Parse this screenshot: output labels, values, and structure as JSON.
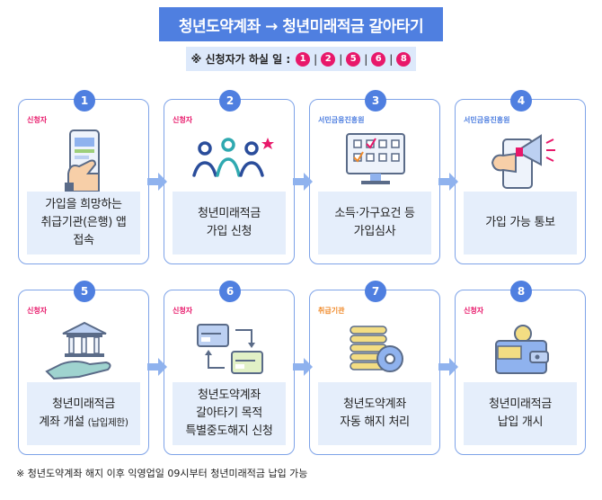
{
  "title": "청년도약계좌 → 청년미래적금 갈아타기",
  "subtitle": {
    "label": "※ 신청자가 하실 일 :",
    "steps": [
      "1",
      "2",
      "5",
      "6",
      "8"
    ]
  },
  "steps": [
    {
      "number": "1",
      "role": "신청자",
      "role_type": "applicant",
      "icon": "phone-hand-icon",
      "lines": [
        "가입을 희망하는",
        "취급기관(은행) 앱",
        "접속"
      ]
    },
    {
      "number": "2",
      "role": "신청자",
      "role_type": "applicant",
      "icon": "people-icon",
      "lines": [
        "청년미래적금",
        "가입 신청"
      ]
    },
    {
      "number": "3",
      "role": "서민금융진흥원",
      "role_type": "agency",
      "icon": "monitor-checklist-icon",
      "lines": [
        "소득·가구요건 등",
        "가입심사"
      ]
    },
    {
      "number": "4",
      "role": "서민금융진흥원",
      "role_type": "agency",
      "icon": "megaphone-phone-icon",
      "lines": [
        "가입 가능 통보"
      ]
    },
    {
      "number": "5",
      "role": "신청자",
      "role_type": "applicant",
      "icon": "bank-hand-icon",
      "lines": [
        "청년미래적금",
        "계좌 개설"
      ],
      "note": "(납입제한)"
    },
    {
      "number": "6",
      "role": "신청자",
      "role_type": "applicant",
      "icon": "card-transfer-icon",
      "lines": [
        "청년도약계좌",
        "갈아타기 목적",
        "특별중도해지 신청"
      ]
    },
    {
      "number": "7",
      "role": "취급기관",
      "role_type": "bank",
      "icon": "coins-gear-icon",
      "lines": [
        "청년도약계좌",
        "자동 해지 처리"
      ]
    },
    {
      "number": "8",
      "role": "신청자",
      "role_type": "applicant",
      "icon": "wallet-coin-icon",
      "lines": [
        "청년미래적금",
        "납입 개시"
      ]
    }
  ],
  "footnote": "※ 청년도약계좌 해지 이후 익영업일 09시부터 청년미래적금 납입 가능",
  "colors": {
    "accent": "#4f7fe0",
    "applicant": "#e8186a",
    "agency": "#4f7fe0",
    "bank": "#f08a2a",
    "box": "#e5eefb"
  }
}
